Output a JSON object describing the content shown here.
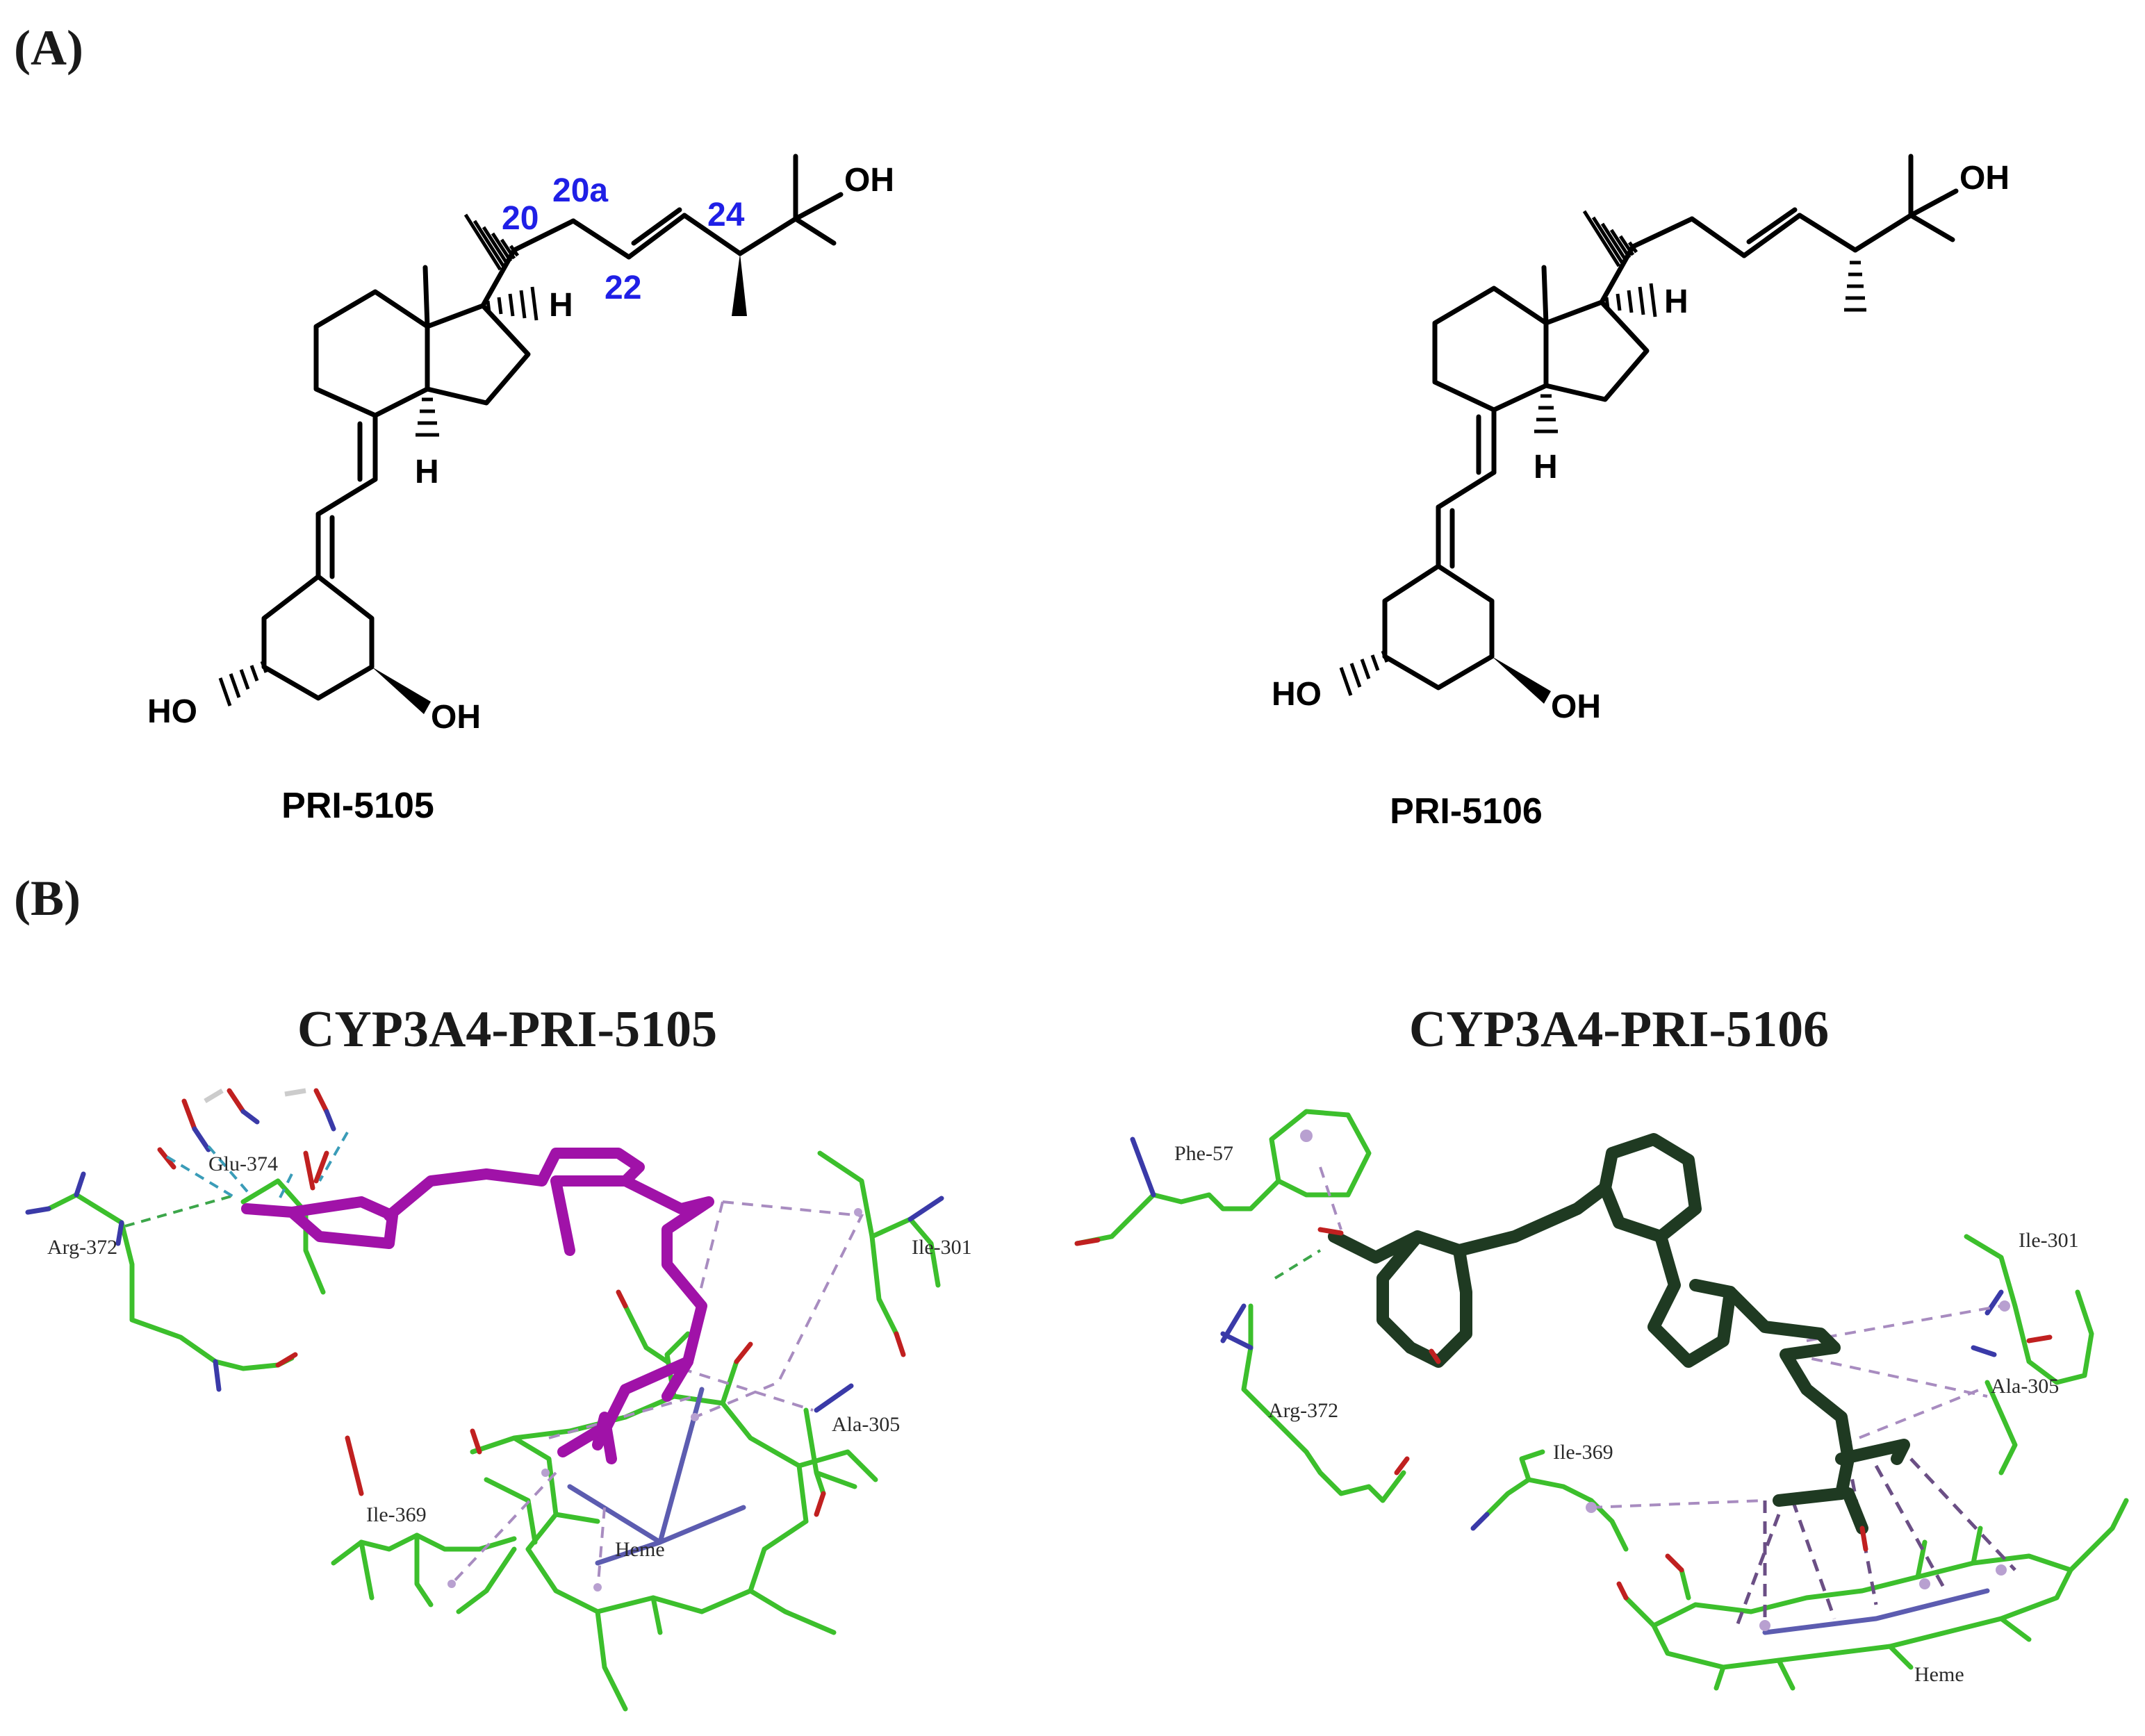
{
  "panel_a": {
    "label": "(A)",
    "compounds": [
      {
        "name": "PRI-5105",
        "atoms": {
          "oh_top": "OH",
          "h_c17": "H",
          "h_c14": "H",
          "ho_left": "HO",
          "oh_right": "OH"
        },
        "numbering": {
          "c20": "20",
          "c20a": "20a",
          "c22": "22",
          "c24": "24"
        }
      },
      {
        "name": "PRI-5106",
        "atoms": {
          "oh_top": "OH",
          "h_c17": "H",
          "h_c14": "H",
          "ho_left": "HO",
          "oh_right": "OH"
        }
      }
    ]
  },
  "panel_b": {
    "label": "(B)",
    "complexes": [
      {
        "title": "CYP3A4-PRI-5105",
        "ligand_color": "#a012a8",
        "residues": {
          "glu": "Glu-374",
          "arg": "Arg-372",
          "ile301": "Ile-301",
          "ala": "Ala-305",
          "ile369": "Ile-369",
          "heme": "Heme"
        }
      },
      {
        "title": "CYP3A4-PRI-5106",
        "ligand_color": "#1f3a22",
        "residues": {
          "phe": "Phe-57",
          "ile301": "Ile-301",
          "ala": "Ala-305",
          "arg": "Arg-372",
          "ile369": "Ile-369",
          "heme": "Heme"
        }
      }
    ]
  },
  "colors": {
    "protein_carbon": "#3cbf2c",
    "nitrogen": "#3a3aa8",
    "oxygen": "#c02020",
    "hydrophobic_contact": "#a88cc0",
    "hbond": "#3ca64a",
    "atom_numbering": "#1f1fe6"
  }
}
